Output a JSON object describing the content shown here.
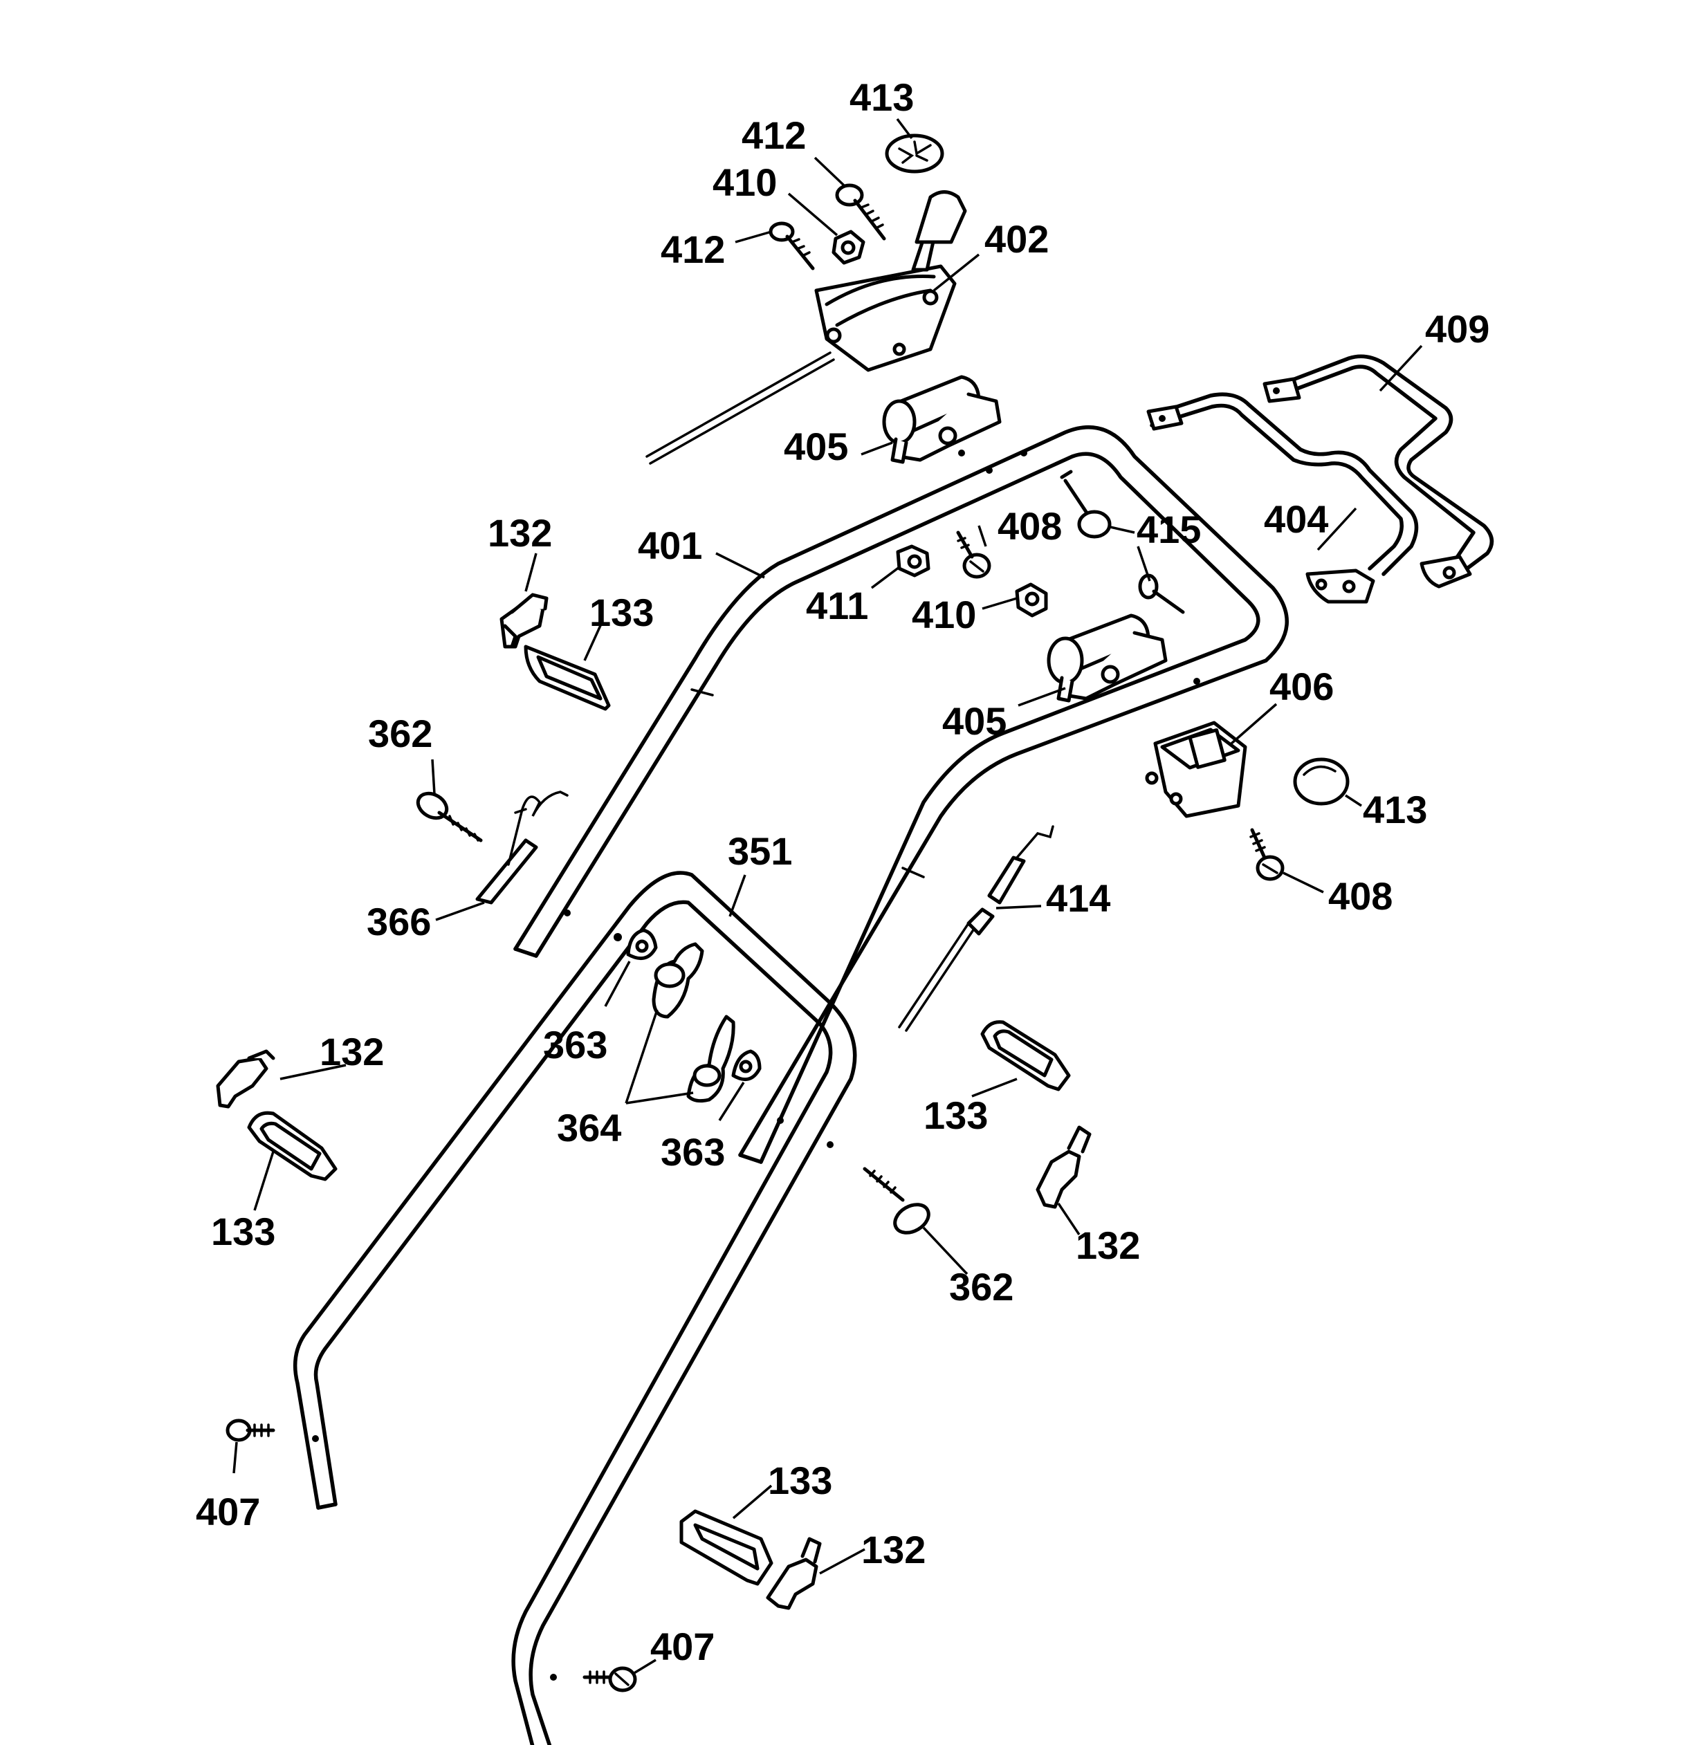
{
  "labels": {
    "l413a": "413",
    "l412a": "412",
    "l410a": "410",
    "l412b": "412",
    "l402": "402",
    "l409": "409",
    "l405a": "405",
    "l404": "404",
    "l132a": "132",
    "l401": "401",
    "l408a": "408",
    "l415": "415",
    "l133a": "133",
    "l411": "411",
    "l410b": "410",
    "l405b": "405",
    "l406": "406",
    "l362a": "362",
    "l413b": "413",
    "l351": "351",
    "l414": "414",
    "l408b": "408",
    "l366": "366",
    "l363a": "363",
    "l132b": "132",
    "l364": "364",
    "l363b": "363",
    "l133b": "133",
    "l133c": "133",
    "l132c": "132",
    "l362b": "362",
    "l407a": "407",
    "l133d": "133",
    "l132d": "132",
    "l407b": "407"
  }
}
